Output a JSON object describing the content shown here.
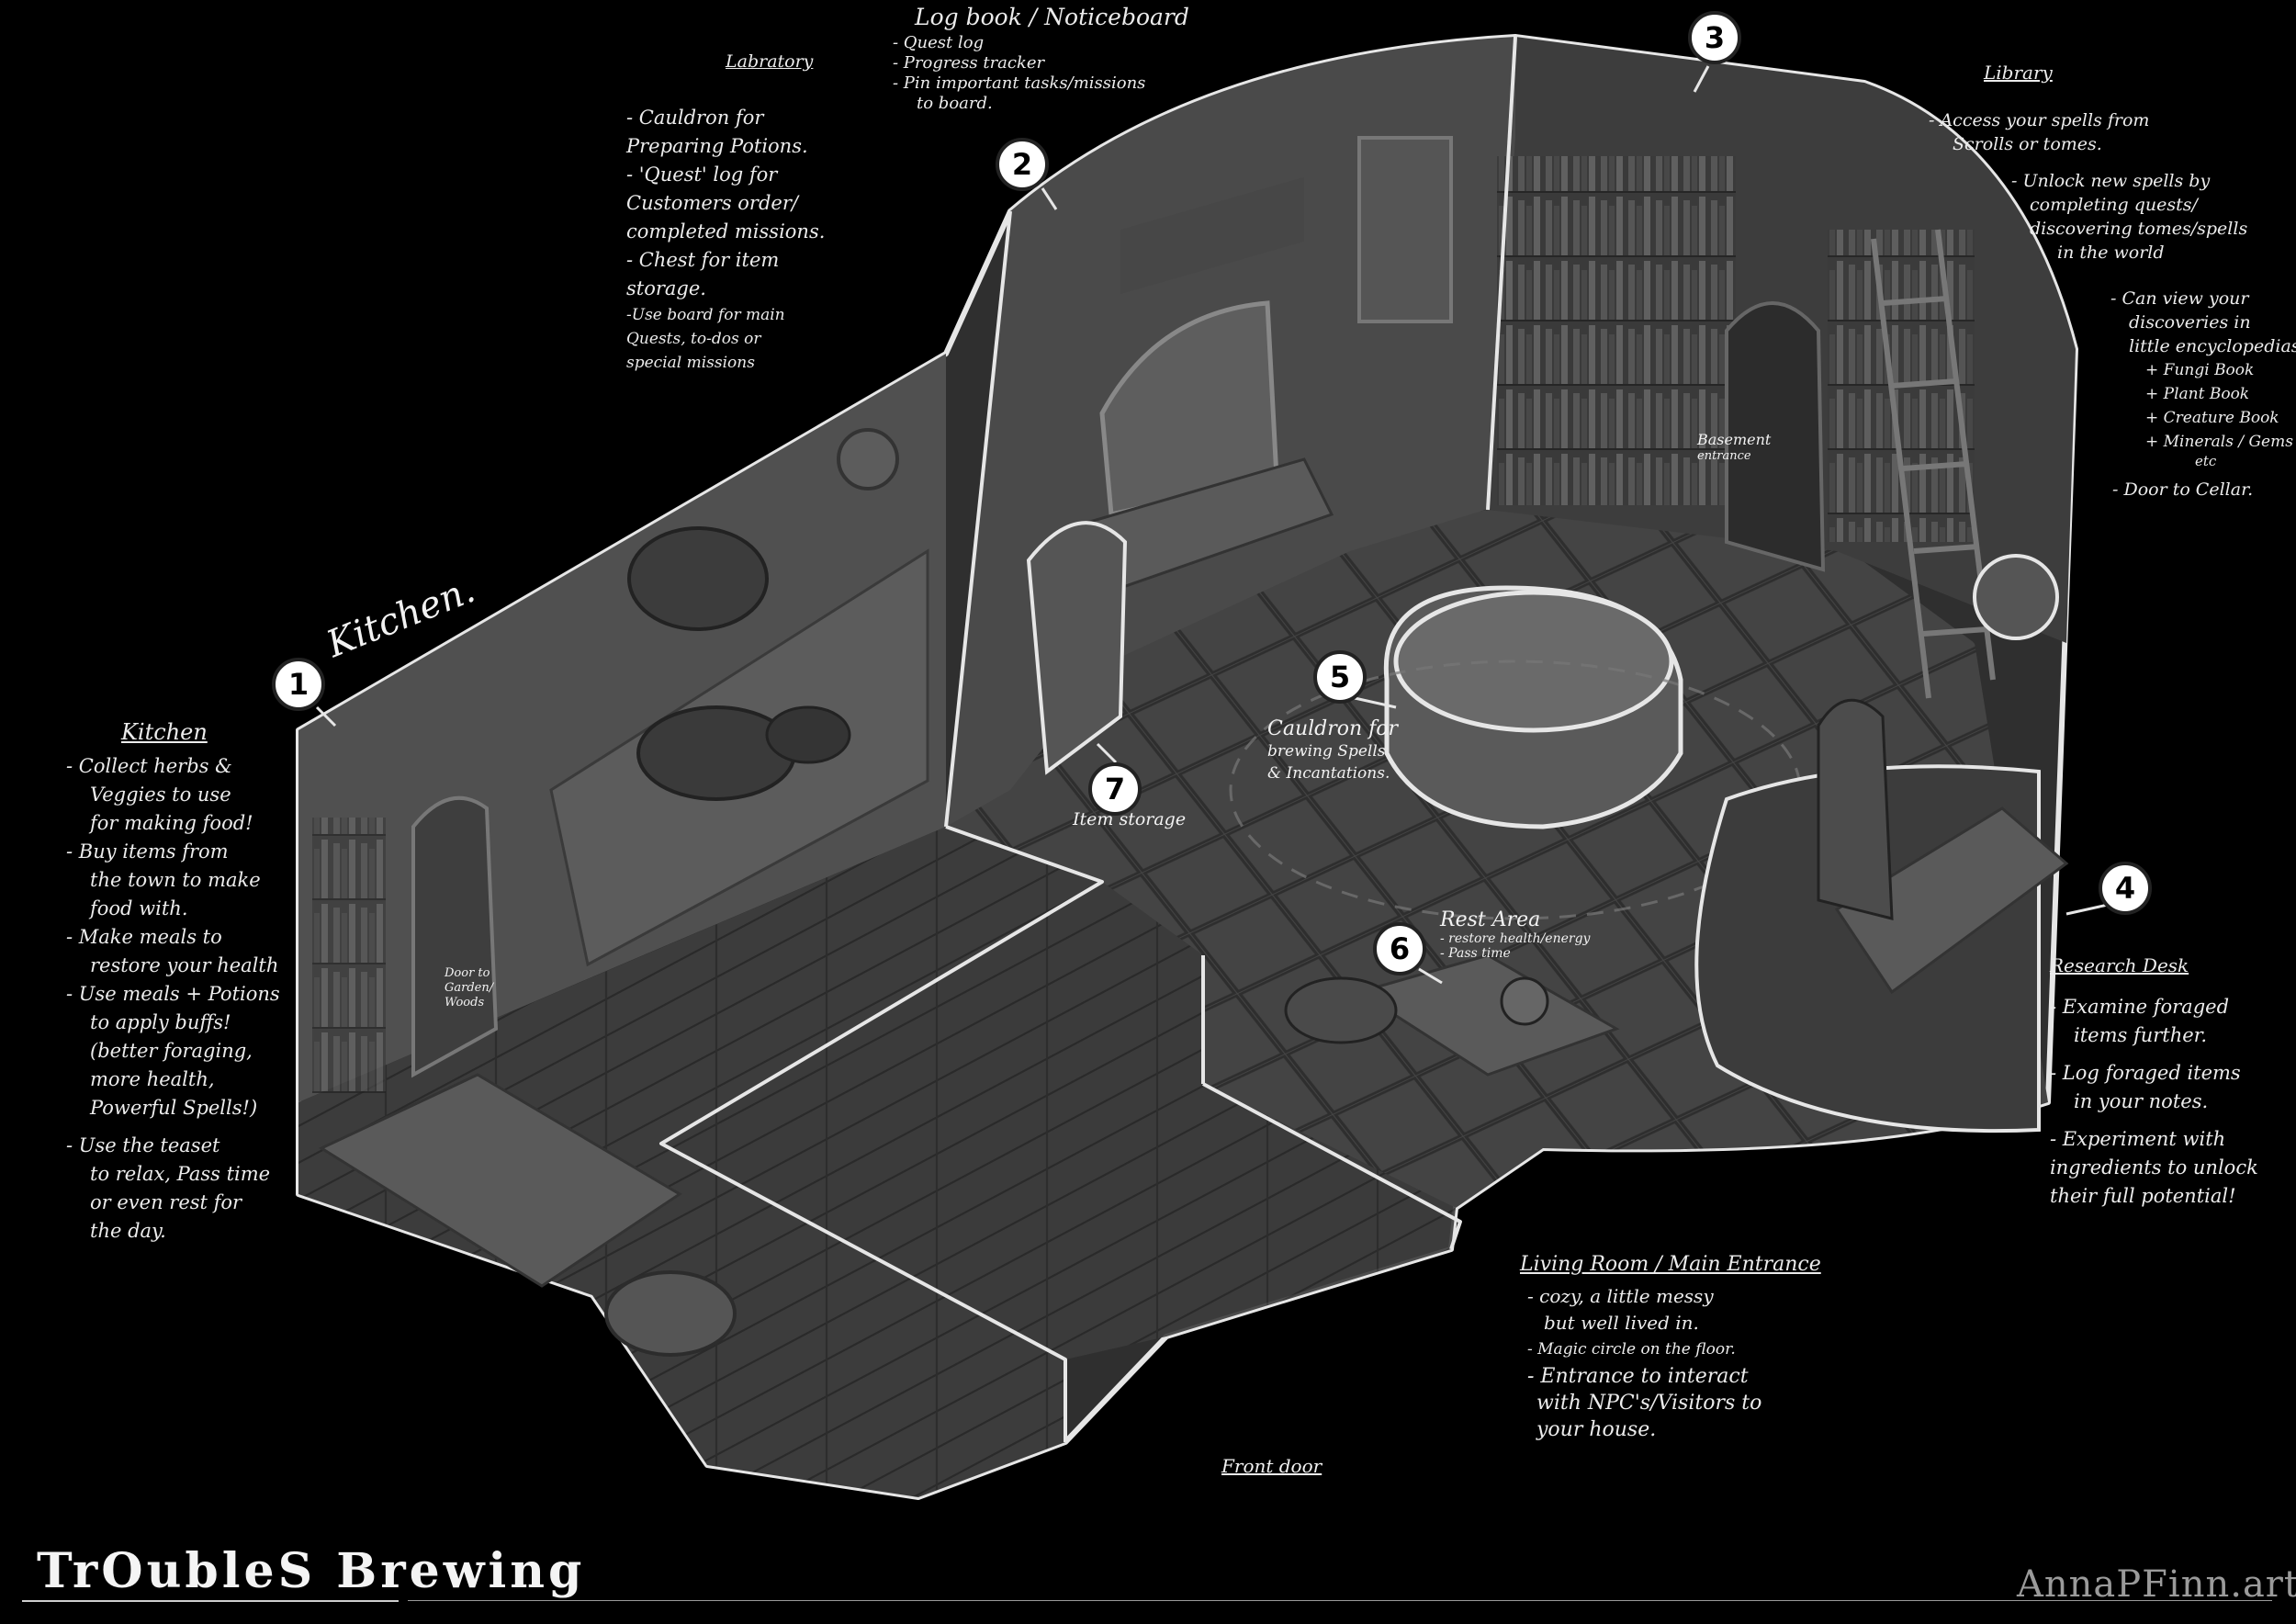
{
  "rooms": {
    "kitchen": {
      "number": "1",
      "label": "Kitchen."
    },
    "laboratory": {
      "number": "2"
    },
    "library": {
      "number": "3"
    },
    "research_desk": {
      "number": "4"
    },
    "cauldron": {
      "number": "5",
      "label_line1": "Cauldron for",
      "label_line2": "brewing Spells",
      "label_line3": "& Incantations."
    },
    "rest_area": {
      "number": "6",
      "label": "Rest Area",
      "sub1": "- restore health/energy",
      "sub2": "- Pass time"
    },
    "item_storage": {
      "number": "7",
      "label": "Item storage"
    },
    "basement": {
      "line1": "Basement",
      "line2": "entrance"
    },
    "garden_door": {
      "line1": "Door to",
      "line2": "Garden/",
      "line3": "Woods"
    }
  },
  "notes": {
    "kitchen": {
      "heading": "Kitchen",
      "items": [
        "- Collect herbs &",
        "Veggies to use",
        "for making food!",
        "- Buy items from",
        "the town to make",
        "food with.",
        "- Make meals to",
        "restore your health",
        "- Use meals + Potions",
        "to apply buffs!",
        "(better foraging,",
        "more health,",
        "Powerful Spells!)",
        "- Use the teaset",
        "to relax, Pass time",
        "or even rest for",
        "the day."
      ]
    },
    "laboratory": {
      "heading": "Labratory",
      "items": [
        "- Cauldron for",
        "Preparing Potions.",
        "- 'Quest' log for",
        "Customers order/",
        "completed missions.",
        "- Chest for item",
        "storage.",
        "-Use board for main",
        "Quests, to-dos or",
        "special missions"
      ]
    },
    "logbook": {
      "heading": "Log book / Noticeboard",
      "items": [
        "- Quest log",
        "- Progress tracker",
        "- Pin important tasks/missions",
        "to board."
      ]
    },
    "library": {
      "heading": "Library",
      "items": [
        "- Access your spells from",
        "Scrolls or tomes.",
        "- Unlock new spells by",
        "completing quests/",
        "discovering tomes/spells",
        "in the world",
        "- Can view your",
        "discoveries in",
        "little encyclopedias",
        "+ Fungi Book",
        "+ Plant Book",
        "+ Creature Book",
        "+ Minerals / Gems",
        "etc",
        "- Door to Cellar."
      ]
    },
    "research": {
      "heading": "Research Desk",
      "items": [
        "- Examine foraged",
        "items further.",
        "- Log foraged items",
        "in your notes.",
        "- Experiment with",
        "ingredients to unlock",
        "their full potential!"
      ]
    },
    "living": {
      "heading": "Living Room / Main Entrance",
      "items": [
        "- cozy, a little messy",
        "but well lived in.",
        "- Magic circle on the floor.",
        "- Entrance to interact",
        "with NPC's/Visitors to",
        "your house."
      ]
    },
    "front_door": "Front door"
  },
  "branding": {
    "title": "TrOubleS Brewing",
    "credit": "AnnaPFinn.art"
  },
  "colors": {
    "background": "#000000",
    "outline": "#e6e6e6",
    "floor": "#3a3a3a",
    "wall": "#4e4e4e"
  }
}
